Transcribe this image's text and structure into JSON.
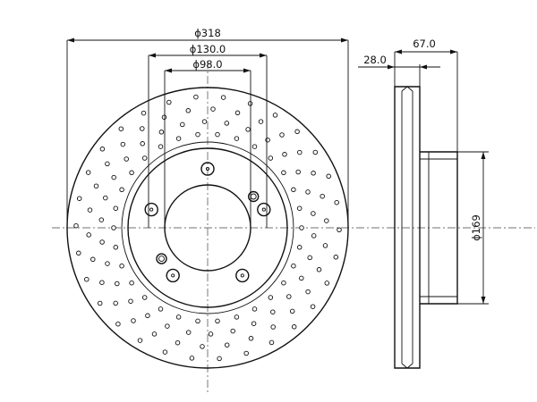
{
  "labels": {
    "outer_diameter": "ϕ318",
    "bolt_circle": "ϕ130.0",
    "center_bore": "ϕ98.0",
    "thickness": "28.0",
    "overall_height": "67.0",
    "hat_diameter": "ϕ169"
  },
  "front_view": {
    "bolt_holes": 5,
    "threaded_holes": 2
  }
}
